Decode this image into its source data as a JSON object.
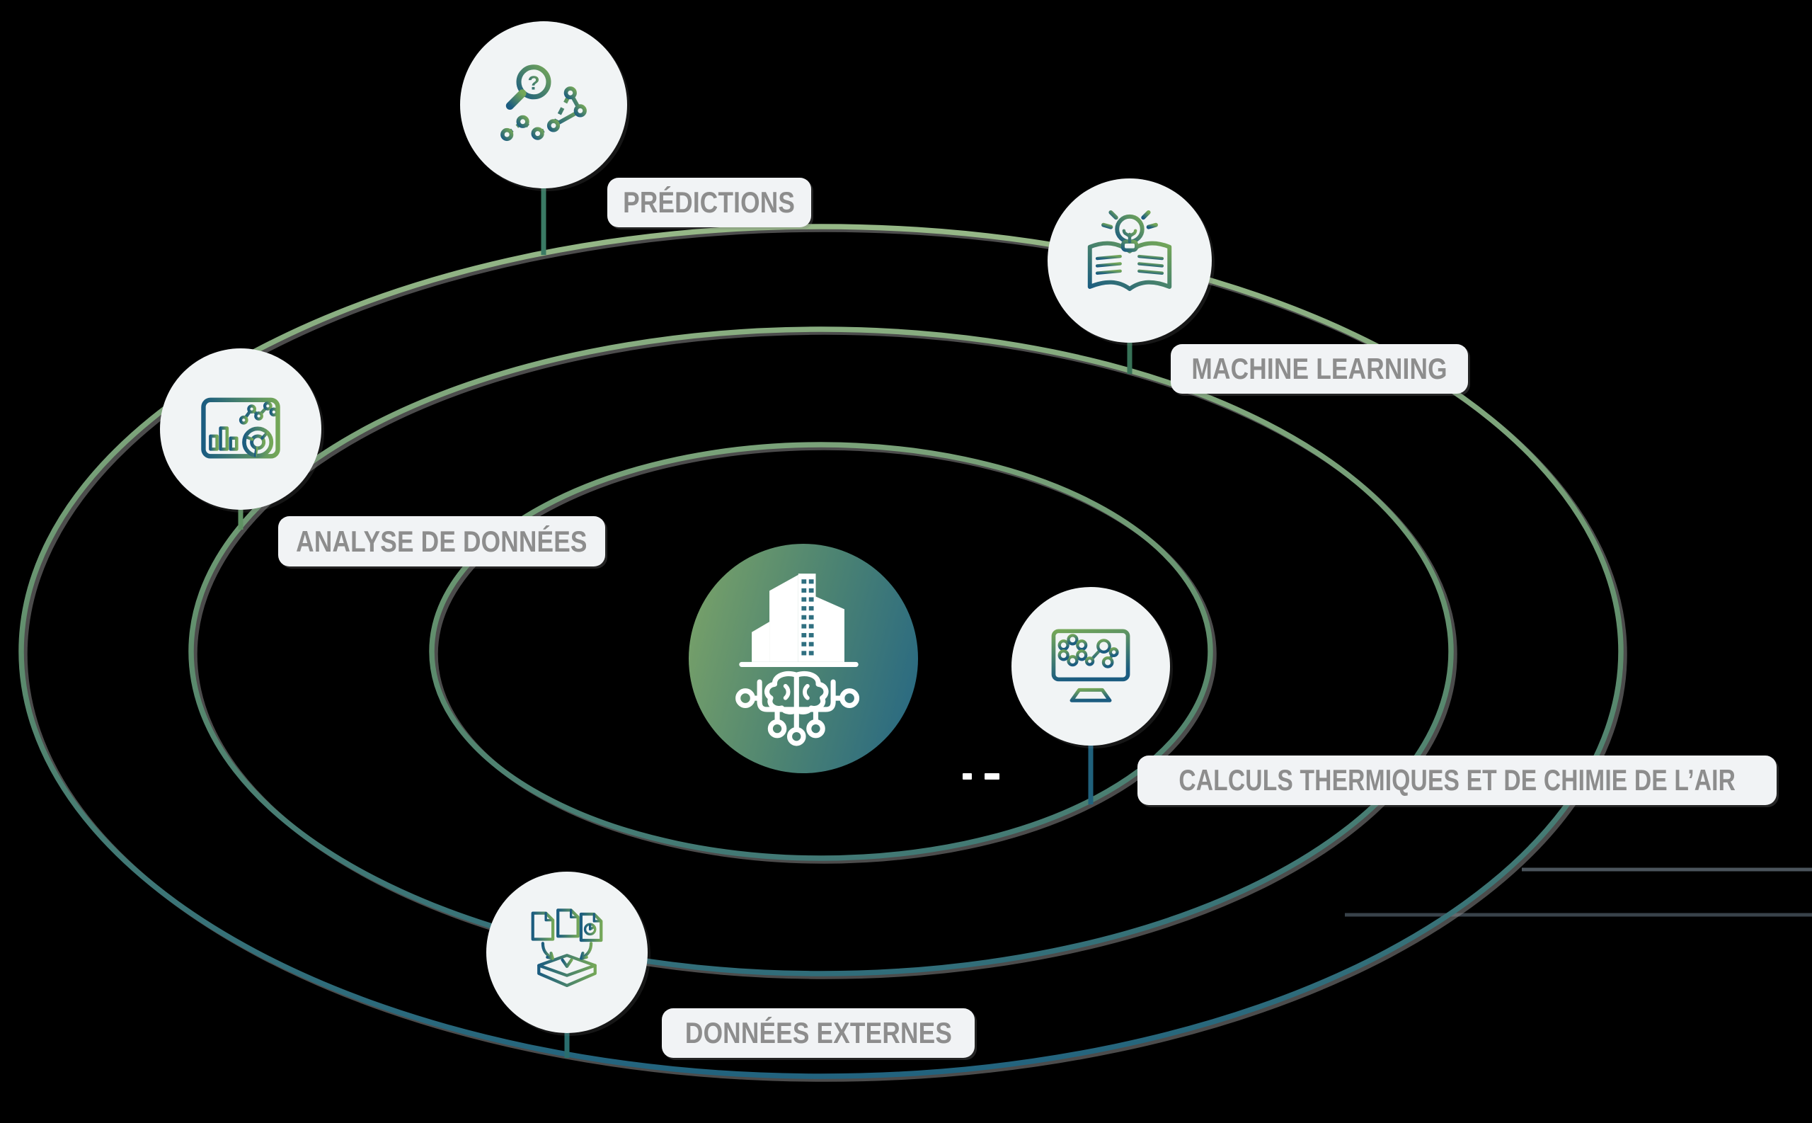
{
  "hub": {
    "name": "building-intelligence-hub",
    "icon": "building-ai-icon"
  },
  "nodes": [
    {
      "id": "predictions",
      "label": "PRÉDICTIONS",
      "icon": "magnifier-chart-icon"
    },
    {
      "id": "machine-learning",
      "label": "MACHINE LEARNING",
      "icon": "book-lightbulb-icon"
    },
    {
      "id": "data-analysis",
      "label": "ANALYSE DE DONNÉES",
      "icon": "dashboard-charts-icon"
    },
    {
      "id": "thermal-chemistry",
      "label": "CALCULS THERMIQUES ET DE CHIMIE DE L’AIR",
      "icon": "monitor-molecules-icon"
    },
    {
      "id": "external-data",
      "label": "DONNÉES EXTERNES",
      "icon": "documents-import-icon"
    }
  ],
  "colors": {
    "background": "#000000",
    "orbit_green_top": "#98b988",
    "orbit_mid": "#5f8d6c",
    "orbit_teal_bottom": "#1f617f",
    "orbit_shadow": "#8a8a8a",
    "node_circle_bg": "#f1f4f5",
    "label_bg": "#f1f3f5",
    "label_text": "#8d8d8d",
    "icon_gradient_blue": "#1b5c80",
    "icon_gradient_green": "#74a758",
    "hub_gradient_green": "#7ca468",
    "hub_gradient_blue": "#256684"
  }
}
